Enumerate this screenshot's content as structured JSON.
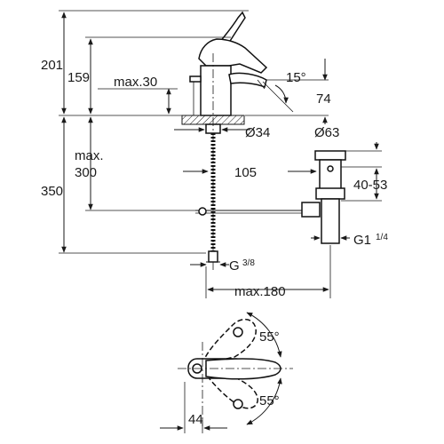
{
  "dimensions": {
    "height_total": "201",
    "height_spout": "159",
    "max_30": "max.30",
    "angle_spout": "15°",
    "depth_74": "74",
    "diameter_34": "Ø34",
    "diameter_63": "Ø63",
    "max_label": "max.",
    "value_300": "300",
    "total_350": "350",
    "dist_105": "105",
    "range_40_53": "40-53",
    "thread_g1": "G1",
    "thread_g1_frac": "1/4",
    "thread_g38": "G",
    "thread_g38_frac": "3/8",
    "max_180": "max.180",
    "angle_55_top": "55°",
    "angle_55_bottom": "55°",
    "dist_44": "44"
  },
  "colors": {
    "line": "#1a1a1a",
    "background": "#ffffff"
  }
}
